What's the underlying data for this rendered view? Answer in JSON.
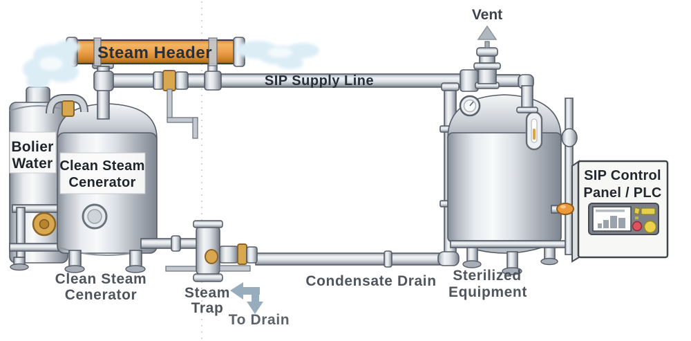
{
  "labels": {
    "steam_header": "Steam Header",
    "sip_supply_line": "SIP Supply Line",
    "vent": "Vent",
    "boiler_plate_line1": "Bolier",
    "boiler_plate_line2": "Water",
    "generator_plate_line1": "Clean Steam",
    "generator_plate_line2": "Cenerator",
    "generator_caption_line1": "Clean Steam",
    "generator_caption_line2": "Cenerator",
    "steam_trap_line1": "Steam",
    "steam_trap_line2": "Trap",
    "to_drain": "To Drain",
    "condensate_drain": "Condensate Drain",
    "sterilized_caption_line1": "Sterilized",
    "sterilized_caption_line2": "Equipment",
    "control_panel_line1": "SIP Control",
    "control_panel_line2": "Panel / PLC"
  },
  "colors": {
    "steam_header_pipe": "#ea9f45",
    "steam_header_pipe_dark": "#c07a24",
    "pipe_metal": "#c9ced5",
    "steam_cloud": "#dcedf6",
    "flow_arrow": "#8fa6b8",
    "vent_arrow": "#b0b8bf",
    "brass_fitting": "#d9a84e",
    "valve_handle_orange": "#ed9a3c",
    "panel_bg": "#f7f7f5",
    "panel_screen_frame": "#7a7f88",
    "button_red": "#e0525e",
    "button_yellow": "#ecd24a",
    "indicator_yellow": "#e6ce4e",
    "label_plate_bg": "#fcfcfc",
    "caption_text": "#454c54",
    "pipe_label_text": "#2a3037"
  }
}
